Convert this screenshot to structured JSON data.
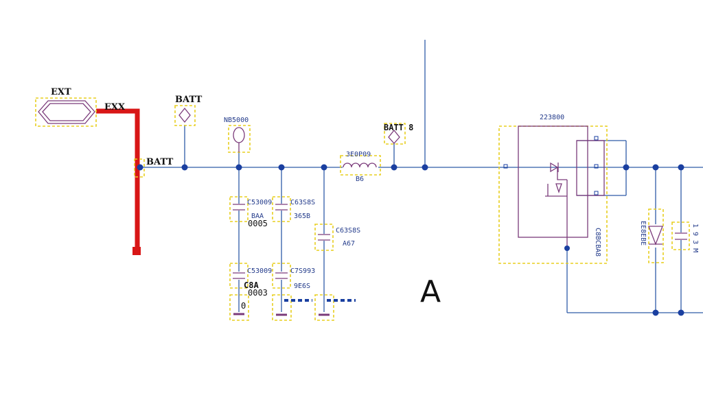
{
  "colors": {
    "wire": "#2e5aa8",
    "part": "#7a3a7a",
    "dashed_box": "#e8cf1f",
    "highlight": "#d81616",
    "node": "#1a3fa0",
    "bg": "#ffffff"
  },
  "labels": {
    "ext_connector": "EXT",
    "ext_net": "EXX",
    "batt_junction": "BATT",
    "batt_test_point": "BATT",
    "nb_test_point": "NB5000",
    "batt_tag": "BATT 8",
    "inductor_ref": "3E0P09",
    "inductor_value": "B6",
    "cap1_ref": "C53009",
    "cap1_value": "BAA",
    "cap1_extra": "0005",
    "cap2_ref": "C63S8S",
    "cap2_value": "365B",
    "cap3_ref": "C63S8S",
    "cap3_value": "A67",
    "cap4_ref": "C53009",
    "cap4_value": "C8A",
    "cap4_extra": "0003",
    "cap5_ref": "C7S993",
    "cap5_value": "9E6S",
    "ic_ref": "223800",
    "ic_side": "C8BCBA8",
    "diode_side": "EE8EBE",
    "cap6_side": "1 9 3 M",
    "ground_symbol": "Θ",
    "center_letter": "A"
  }
}
